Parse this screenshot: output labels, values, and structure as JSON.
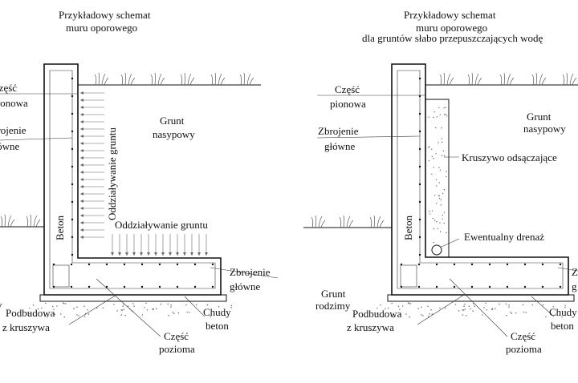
{
  "left": {
    "title_1": "Przykładowy schemat",
    "title_2": "muru oporowego",
    "czesc_pionowa_1": "Część",
    "czesc_pionowa_2": "pionowa",
    "zbrojenie_1": "Zbrojenie",
    "zbrojenie_2": "główne",
    "grunt_1": "Grunt",
    "grunt_2": "nasypowy",
    "oddzialywanie_v": "Oddziaływanie gruntu",
    "oddzialywanie_h": "Oddziaływanie gruntu",
    "beton": "Beton",
    "zbrojenie_glowne_1": "Zbrojenie",
    "zbrojenie_glowne_2": "główne",
    "grunt_rodzimy_1": "t",
    "grunt_rodzimy_2": "y",
    "podbudowa_1": "Podbudowa",
    "podbudowa_2": "z kruszywa",
    "chudy_1": "Chudy",
    "chudy_2": "beton",
    "czesc_pozioma_1": "Część",
    "czesc_pozioma_2": "pozioma"
  },
  "right": {
    "title_1": "Przykładowy schemat",
    "title_2": "muru oporowego",
    "title_3": "dla gruntów słabo przepuszczających wodę",
    "czesc_pionowa_1": "Część",
    "czesc_pionowa_2": "pionowa",
    "zbrojenie_1": "Zbrojenie",
    "zbrojenie_2": "główne",
    "grunt_1": "Grunt",
    "grunt_2": "nasypowy",
    "kruszywo": "Kruszywo odsączające",
    "beton": "Beton",
    "drenaz": "Ewentualny drenaż",
    "grunt_rodzimy_1": "Grunt",
    "grunt_rodzimy_2": "rodzimy",
    "zbrojenie_cut_1": "Z",
    "zbrojenie_cut_2": "g",
    "podbudowa_1": "Podbudowa",
    "podbudowa_2": "z kruszywa",
    "chudy_1": "Chudy",
    "chudy_2": "beton",
    "czesc_pozioma_1": "Część",
    "czesc_pozioma_2": "pozioma"
  }
}
